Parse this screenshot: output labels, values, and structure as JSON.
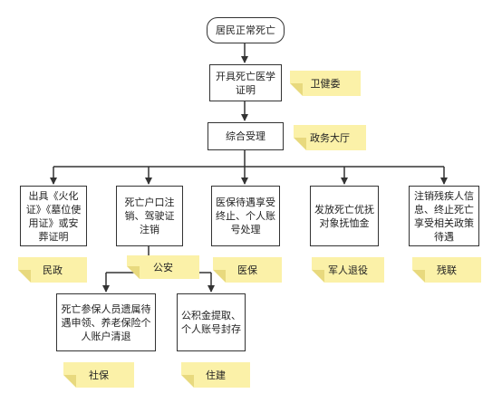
{
  "nodes": {
    "start": "居民正常死亡",
    "certificate": "开具死亡医学证明",
    "reception": "综合受理",
    "cremation": "出具《火化证》《墓位使用证》或安葬证明",
    "hukou": "死亡户口注销、驾驶证注销",
    "medical": "医保待遇享受终止、个人账号处理",
    "military": "发放死亡优抚对象抚恤金",
    "disabled": "注销残疾人信息、终止死亡享受相关政策待遇",
    "social": "死亡参保人员遗属待遇申领、养老保险个人账户清退",
    "fund": "公积金提取、个人账号封存"
  },
  "notes": {
    "health": "卫健委",
    "hall": "政务大厅",
    "civil": "民政",
    "police": "公安",
    "insurance": "医保",
    "veterans": "军人退役",
    "disabled_fed": "残联",
    "social_sec": "社保",
    "housing": "住建"
  },
  "colors": {
    "line": "#333333",
    "note_fill": "#fbf1a8",
    "note_fold": "#e8d97e"
  }
}
